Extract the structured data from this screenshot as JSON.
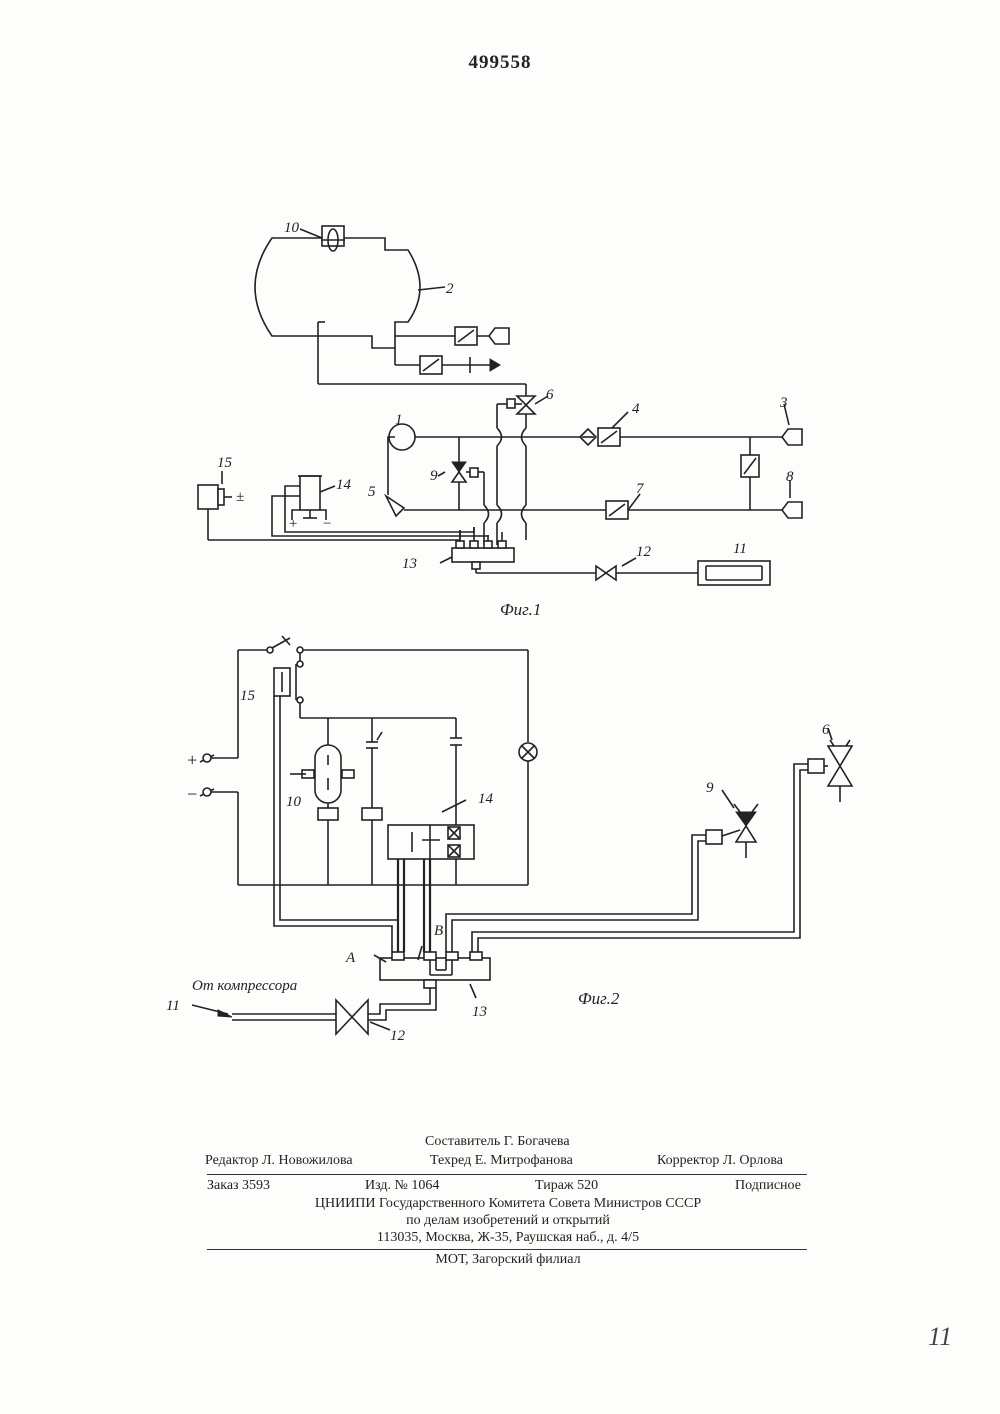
{
  "header": {
    "patent_number": "499558"
  },
  "fig1": {
    "caption": "Фиг.1",
    "labels": {
      "l1": "1",
      "l2": "2",
      "l3": "3",
      "l4": "4",
      "l5": "5",
      "l6": "6",
      "l7": "7",
      "l8": "8",
      "l9": "9",
      "l10": "10",
      "l11": "11",
      "l12": "12",
      "l13": "13",
      "l14": "14",
      "l15": "15",
      "plusminus": "±",
      "plus": "+",
      "minus": "−"
    }
  },
  "fig2": {
    "caption": "Фиг.2",
    "source_label": "От компрессора",
    "labels": {
      "plus": "+",
      "minus": "−",
      "l6": "6",
      "l9": "9",
      "l10": "10",
      "l11": "11",
      "l12": "12",
      "l13": "13",
      "l14": "14",
      "l15": "15",
      "A": "А",
      "B": "В"
    }
  },
  "imprint": {
    "compiler": "Составитель Г. Богачева",
    "editor": "Редактор Л. Новожилова",
    "techred": "Техред Е. Митрофанова",
    "corrector": "Корректор Л. Орлова",
    "order": "Заказ 3593",
    "edition": "Изд. № 1064",
    "circulation": "Тираж 520",
    "subscription": "Подписное",
    "org_line1": "ЦНИИПИ Государственного Комитета Совета Министров СССР",
    "org_line2": "по делам изобретений и открытий",
    "address": "113035, Москва, Ж-35, Раушская наб., д. 4/5",
    "printer": "МОТ, Загорский филиал"
  },
  "margin_mark": "11"
}
